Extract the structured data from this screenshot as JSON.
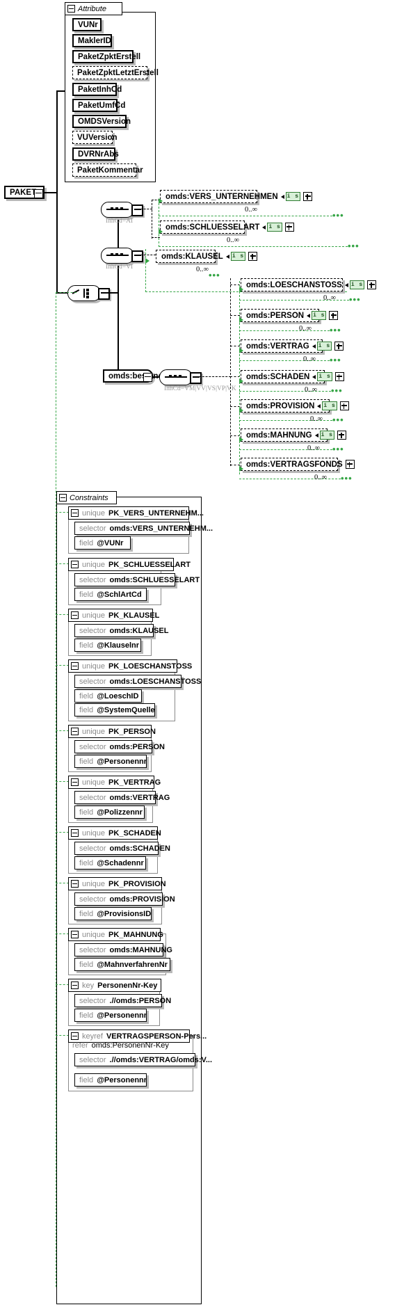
{
  "root": {
    "label": "PAKET"
  },
  "attribute_pane": {
    "title": "Attribute",
    "items": [
      {
        "label": "VUNr",
        "optional": false
      },
      {
        "label": "MaklerID",
        "optional": false
      },
      {
        "label": "PaketZpktErstell",
        "optional": false
      },
      {
        "label": "PaketZpktLetztErstell",
        "optional": true
      },
      {
        "label": "PaketInhCd",
        "optional": false
      },
      {
        "label": "PaketUmfCd",
        "optional": false
      },
      {
        "label": "OMDSVersion",
        "optional": false
      },
      {
        "label": "VUVersion",
        "optional": true
      },
      {
        "label": "DVRNrAbs",
        "optional": false
      },
      {
        "label": "PaketKommentar",
        "optional": true
      }
    ]
  },
  "compositors": {
    "seq_ai": {
      "type": "sequence",
      "annotation": "InhCd=AI"
    },
    "seq_vi": {
      "type": "sequence",
      "annotation": "InhCd=VI"
    },
    "choice_root": {
      "type": "choice",
      "annotation": ""
    },
    "seq_bestand": {
      "type": "sequence",
      "annotation": "InhCd=VM|VV|VS|VP|VK"
    }
  },
  "bestand": {
    "label": "omds:bestand"
  },
  "elements": {
    "badge": "i s",
    "cardinality": "0..∞",
    "group_ai": [
      {
        "label": "omds:VERS_UNTERNEHMEN",
        "badge": "i s",
        "cardinality": "0..∞"
      },
      {
        "label": "omds:SCHLUESSELART",
        "badge": "i s",
        "cardinality": "0..∞"
      }
    ],
    "group_vi": [
      {
        "label": "omds:KLAUSEL",
        "badge": "i s",
        "cardinality": "0..∞"
      }
    ],
    "group_bestand": [
      {
        "label": "omds:LOESCHANSTOSS",
        "badge": "i s",
        "cardinality": "0..∞"
      },
      {
        "label": "omds:PERSON",
        "badge": "i s",
        "cardinality": "0..∞"
      },
      {
        "label": "omds:VERTRAG",
        "badge": "i s",
        "cardinality": "0..∞"
      },
      {
        "label": "omds:SCHADEN",
        "badge": "i s",
        "cardinality": "0..∞"
      },
      {
        "label": "omds:PROVISION",
        "badge": "i s",
        "cardinality": "0..∞"
      },
      {
        "label": "omds:MAHNUNG",
        "badge": "i s",
        "cardinality": "0..∞"
      },
      {
        "label": "omds:VERTRAGSFONDS",
        "badge": "",
        "cardinality": "0..∞"
      }
    ]
  },
  "constraints": {
    "title": "Constraints",
    "labels": {
      "unique": "unique",
      "key": "key",
      "keyref": "keyref",
      "selector": "selector",
      "field": "field",
      "refer": "refer"
    },
    "items": [
      {
        "kind": "unique",
        "name": "PK_VERS_UNTERNEHM...",
        "selector": "omds:VERS_UNTERNEHM...",
        "fields": [
          "@VUNr"
        ]
      },
      {
        "kind": "unique",
        "name": "PK_SCHLUESSELART",
        "selector": "omds:SCHLUESSELART",
        "fields": [
          "@SchlArtCd"
        ]
      },
      {
        "kind": "unique",
        "name": "PK_KLAUSEL",
        "selector": "omds:KLAUSEL",
        "fields": [
          "@Klauselnr"
        ]
      },
      {
        "kind": "unique",
        "name": "PK_LOESCHANSTOSS",
        "selector": "omds:LOESCHANSTOSS",
        "fields": [
          "@LoeschID",
          "@SystemQuelle"
        ]
      },
      {
        "kind": "unique",
        "name": "PK_PERSON",
        "selector": "omds:PERSON",
        "fields": [
          "@Personennr"
        ]
      },
      {
        "kind": "unique",
        "name": "PK_VERTRAG",
        "selector": "omds:VERTRAG",
        "fields": [
          "@Polizzennr"
        ]
      },
      {
        "kind": "unique",
        "name": "PK_SCHADEN",
        "selector": "omds:SCHADEN",
        "fields": [
          "@Schadennr"
        ]
      },
      {
        "kind": "unique",
        "name": "PK_PROVISION",
        "selector": "omds:PROVISION",
        "fields": [
          "@ProvisionsID"
        ]
      },
      {
        "kind": "unique",
        "name": "PK_MAHNUNG",
        "selector": "omds:MAHNUNG",
        "fields": [
          "@MahnverfahrenNr"
        ]
      },
      {
        "kind": "key",
        "name": "PersonenNr-Key",
        "selector": ".//omds:PERSON",
        "fields": [
          "@Personennr"
        ]
      },
      {
        "kind": "keyref",
        "name": "VERTRAGSPERSON-Pers...",
        "refer": "omds:PersonenNr-Key",
        "selector": ".//omds:VERTRAG/omds:V...",
        "fields": [
          "@Personennr"
        ]
      }
    ]
  },
  "colors": {
    "green": "#35a545",
    "badge_bg": "#d8f0d8",
    "badge_border": "#2f7d32",
    "shadow": "#b9b9b9",
    "muted": "#9a9a9a"
  }
}
